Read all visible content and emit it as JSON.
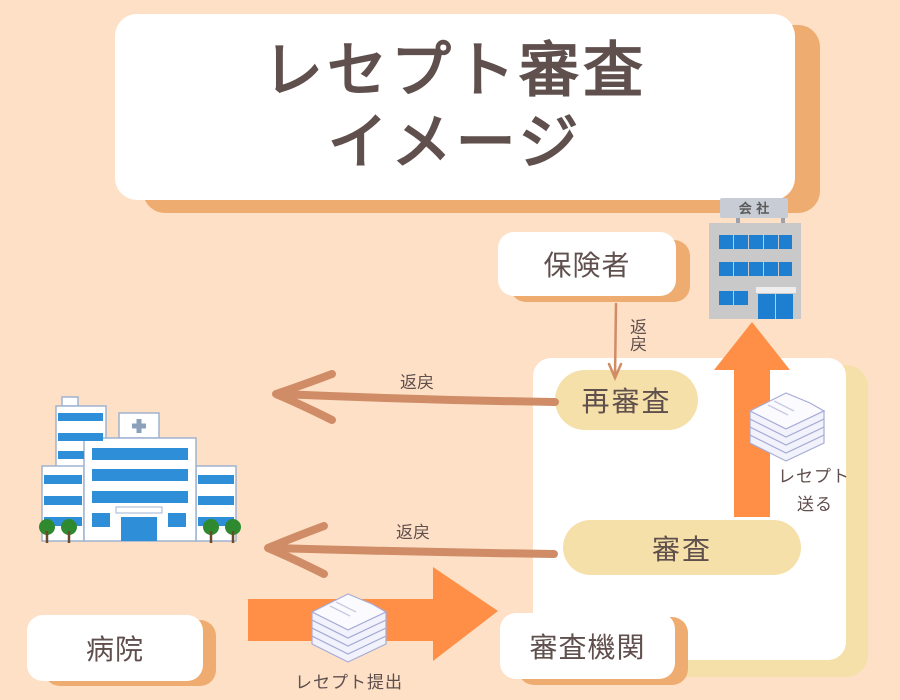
{
  "title": {
    "line1": "レセプト審査",
    "line2": "イメージ"
  },
  "nodes": {
    "insurer": "保険者",
    "hospital": "病院",
    "review_agency": "審査機関",
    "re_review": "再審査",
    "review": "審査"
  },
  "company_building": {
    "sign": "会 社"
  },
  "arrows": {
    "insurer_return_label": "返戻",
    "re_review_return_label": "返戻",
    "review_return_label": "返戻",
    "submit_label": "レセプト提出",
    "send_label_line1": "レセプト",
    "send_label_line2": "送る"
  },
  "colors": {
    "background": "#fde0c6",
    "card_shadow": "#efac70",
    "pill": "#f6e0a9",
    "return_arrow": "#cf8c66",
    "flow_arrow": "#ff8f47",
    "text": "#5f4f4d",
    "window_blue": "#2e8fd8"
  }
}
